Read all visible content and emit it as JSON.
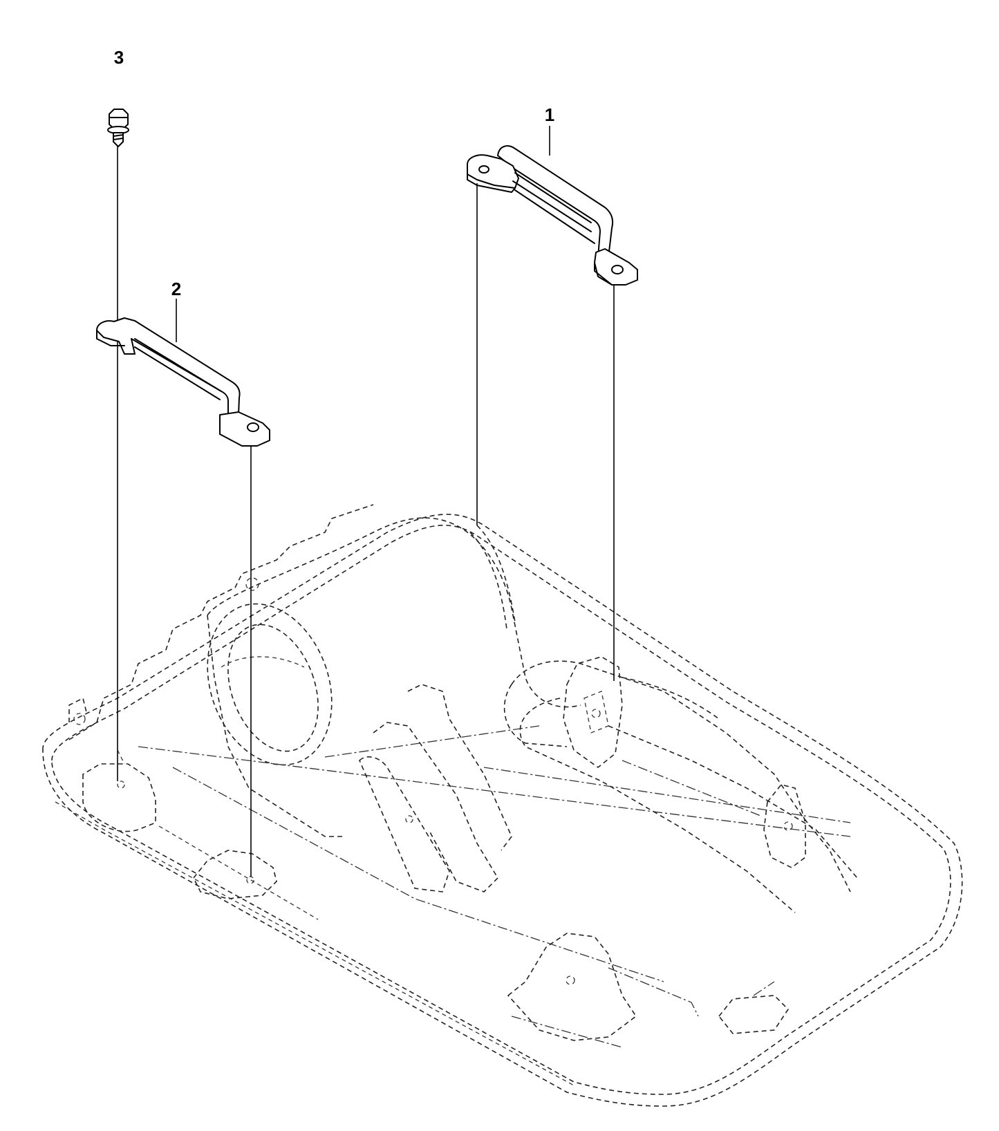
{
  "callouts": [
    {
      "number": "1",
      "part": "handle"
    },
    {
      "number": "2",
      "part": "handle"
    },
    {
      "number": "3",
      "part": "screw"
    }
  ]
}
